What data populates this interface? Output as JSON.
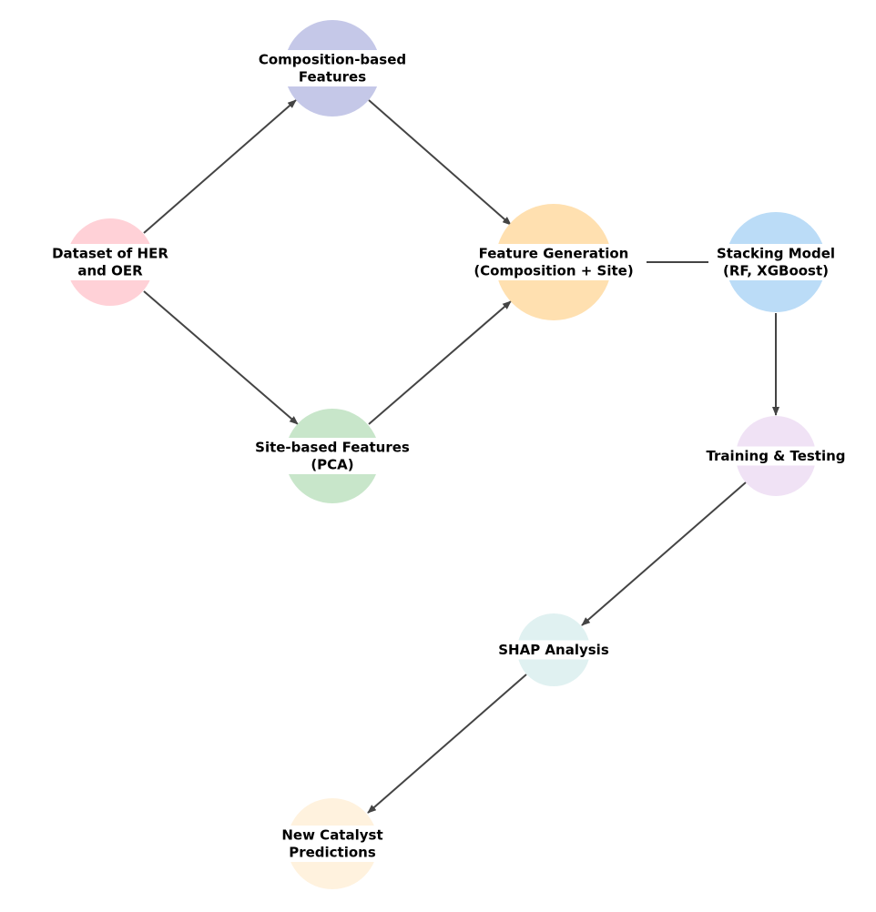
{
  "nodes": [
    {
      "id": "dataset",
      "lines": [
        "Dataset of HER",
        "and OER"
      ],
      "color": "#ffd1d7"
    },
    {
      "id": "composition",
      "lines": [
        "Composition-based",
        "Features"
      ],
      "color": "#c5c8e8"
    },
    {
      "id": "site",
      "lines": [
        "Site-based Features",
        "(PCA)"
      ],
      "color": "#c8e6ca"
    },
    {
      "id": "generation",
      "lines": [
        "Feature Generation",
        "(Composition + Site)"
      ],
      "color": "#ffe0b0"
    },
    {
      "id": "stacking",
      "lines": [
        "Stacking Model",
        "(RF, XGBoost)"
      ],
      "color": "#bbdcf7"
    },
    {
      "id": "training",
      "lines": [
        "Training & Testing"
      ],
      "color": "#f0e2f5"
    },
    {
      "id": "shap",
      "lines": [
        "SHAP Analysis"
      ],
      "color": "#e0f1f1"
    },
    {
      "id": "predictions",
      "lines": [
        "New Catalyst",
        "Predictions"
      ],
      "color": "#fff2de"
    }
  ],
  "edges": [
    {
      "from": "dataset",
      "to": "composition",
      "arrow": true
    },
    {
      "from": "dataset",
      "to": "site",
      "arrow": true
    },
    {
      "from": "composition",
      "to": "generation",
      "arrow": true
    },
    {
      "from": "site",
      "to": "generation",
      "arrow": true
    },
    {
      "from": "generation",
      "to": "stacking",
      "arrow": false
    },
    {
      "from": "stacking",
      "to": "training",
      "arrow": true
    },
    {
      "from": "training",
      "to": "shap",
      "arrow": true
    },
    {
      "from": "shap",
      "to": "predictions",
      "arrow": true
    }
  ],
  "colors": {
    "edge": "#444444",
    "text": "#000000"
  }
}
